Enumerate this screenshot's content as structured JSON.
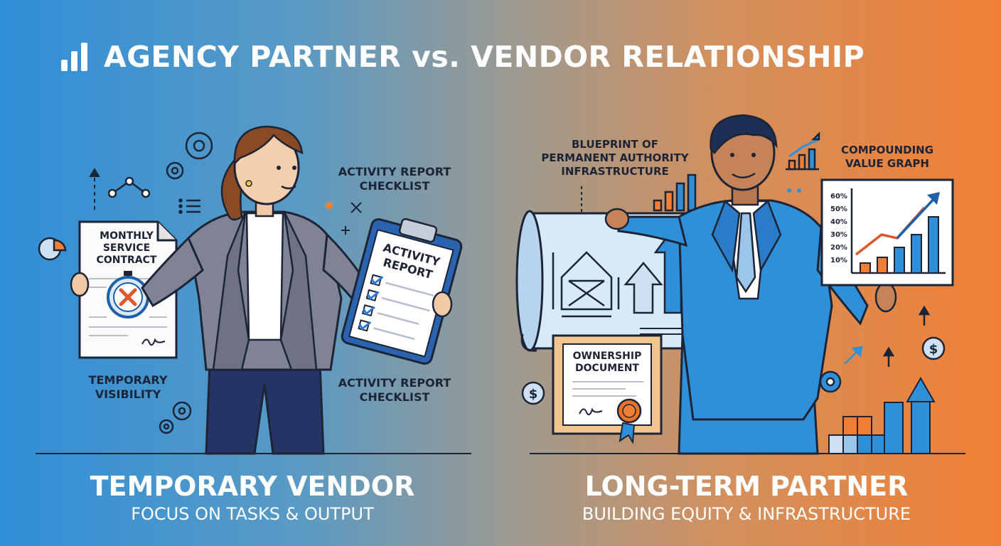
{
  "title": "AGENCY PARTNER vs. VENDOR RELATIONSHIP",
  "left": {
    "heading": "TEMPORARY VENDOR",
    "subheading": "FOCUS ON TASKS & OUTPUT",
    "contract_label": [
      "MONTHLY",
      "SERVICE",
      "CONTRACT"
    ],
    "clipboard_label": [
      "ACTIVITY",
      "REPORT"
    ],
    "activity_top": "ACTIVITY REPORT\nCHECKLIST",
    "activity_bottom": "ACTIVITY REPORT\nCHECKLIST",
    "visibility": "TEMPORARY\nVISIBILITY"
  },
  "right": {
    "heading": "LONG-TERM PARTNER",
    "subheading": "BUILDING EQUITY & INFRASTRUCTURE",
    "blueprint_label": "BLUEPRINT OF\nPERMANENT AUTHORITY\nINFRASTRUCTURE",
    "graph_label": "COMPOUNDING\nVALUE GRAPH",
    "ownership_label": [
      "OWNERSHIP",
      "DOCUMENT"
    ],
    "graph_ticks": [
      "60%",
      "50%",
      "40%",
      "30%",
      "20%",
      "10%"
    ]
  },
  "colors": {
    "brand_blue": "#2f8fd8",
    "brand_orange": "#f07f35",
    "ink": "#1c2436"
  }
}
